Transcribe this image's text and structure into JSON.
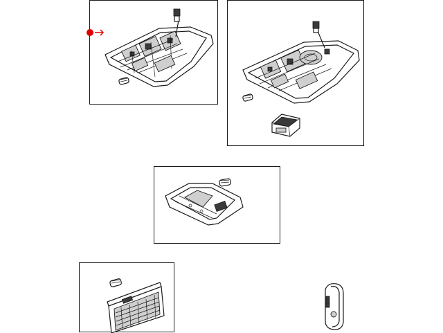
{
  "diagram": {
    "panels": [
      {
        "id": "panel-1",
        "part": "overhead-console-assembly"
      },
      {
        "id": "panel-2",
        "part": "overhead-console-with-switch"
      },
      {
        "id": "panel-3",
        "part": "dome-lamp"
      },
      {
        "id": "panel-4",
        "part": "cargo-lamp"
      }
    ],
    "loose_parts": [
      {
        "id": "part-5",
        "part": "door-courtesy-lamp"
      }
    ],
    "marker": {
      "color": "#e00000",
      "selected_panel": "panel-1"
    }
  }
}
